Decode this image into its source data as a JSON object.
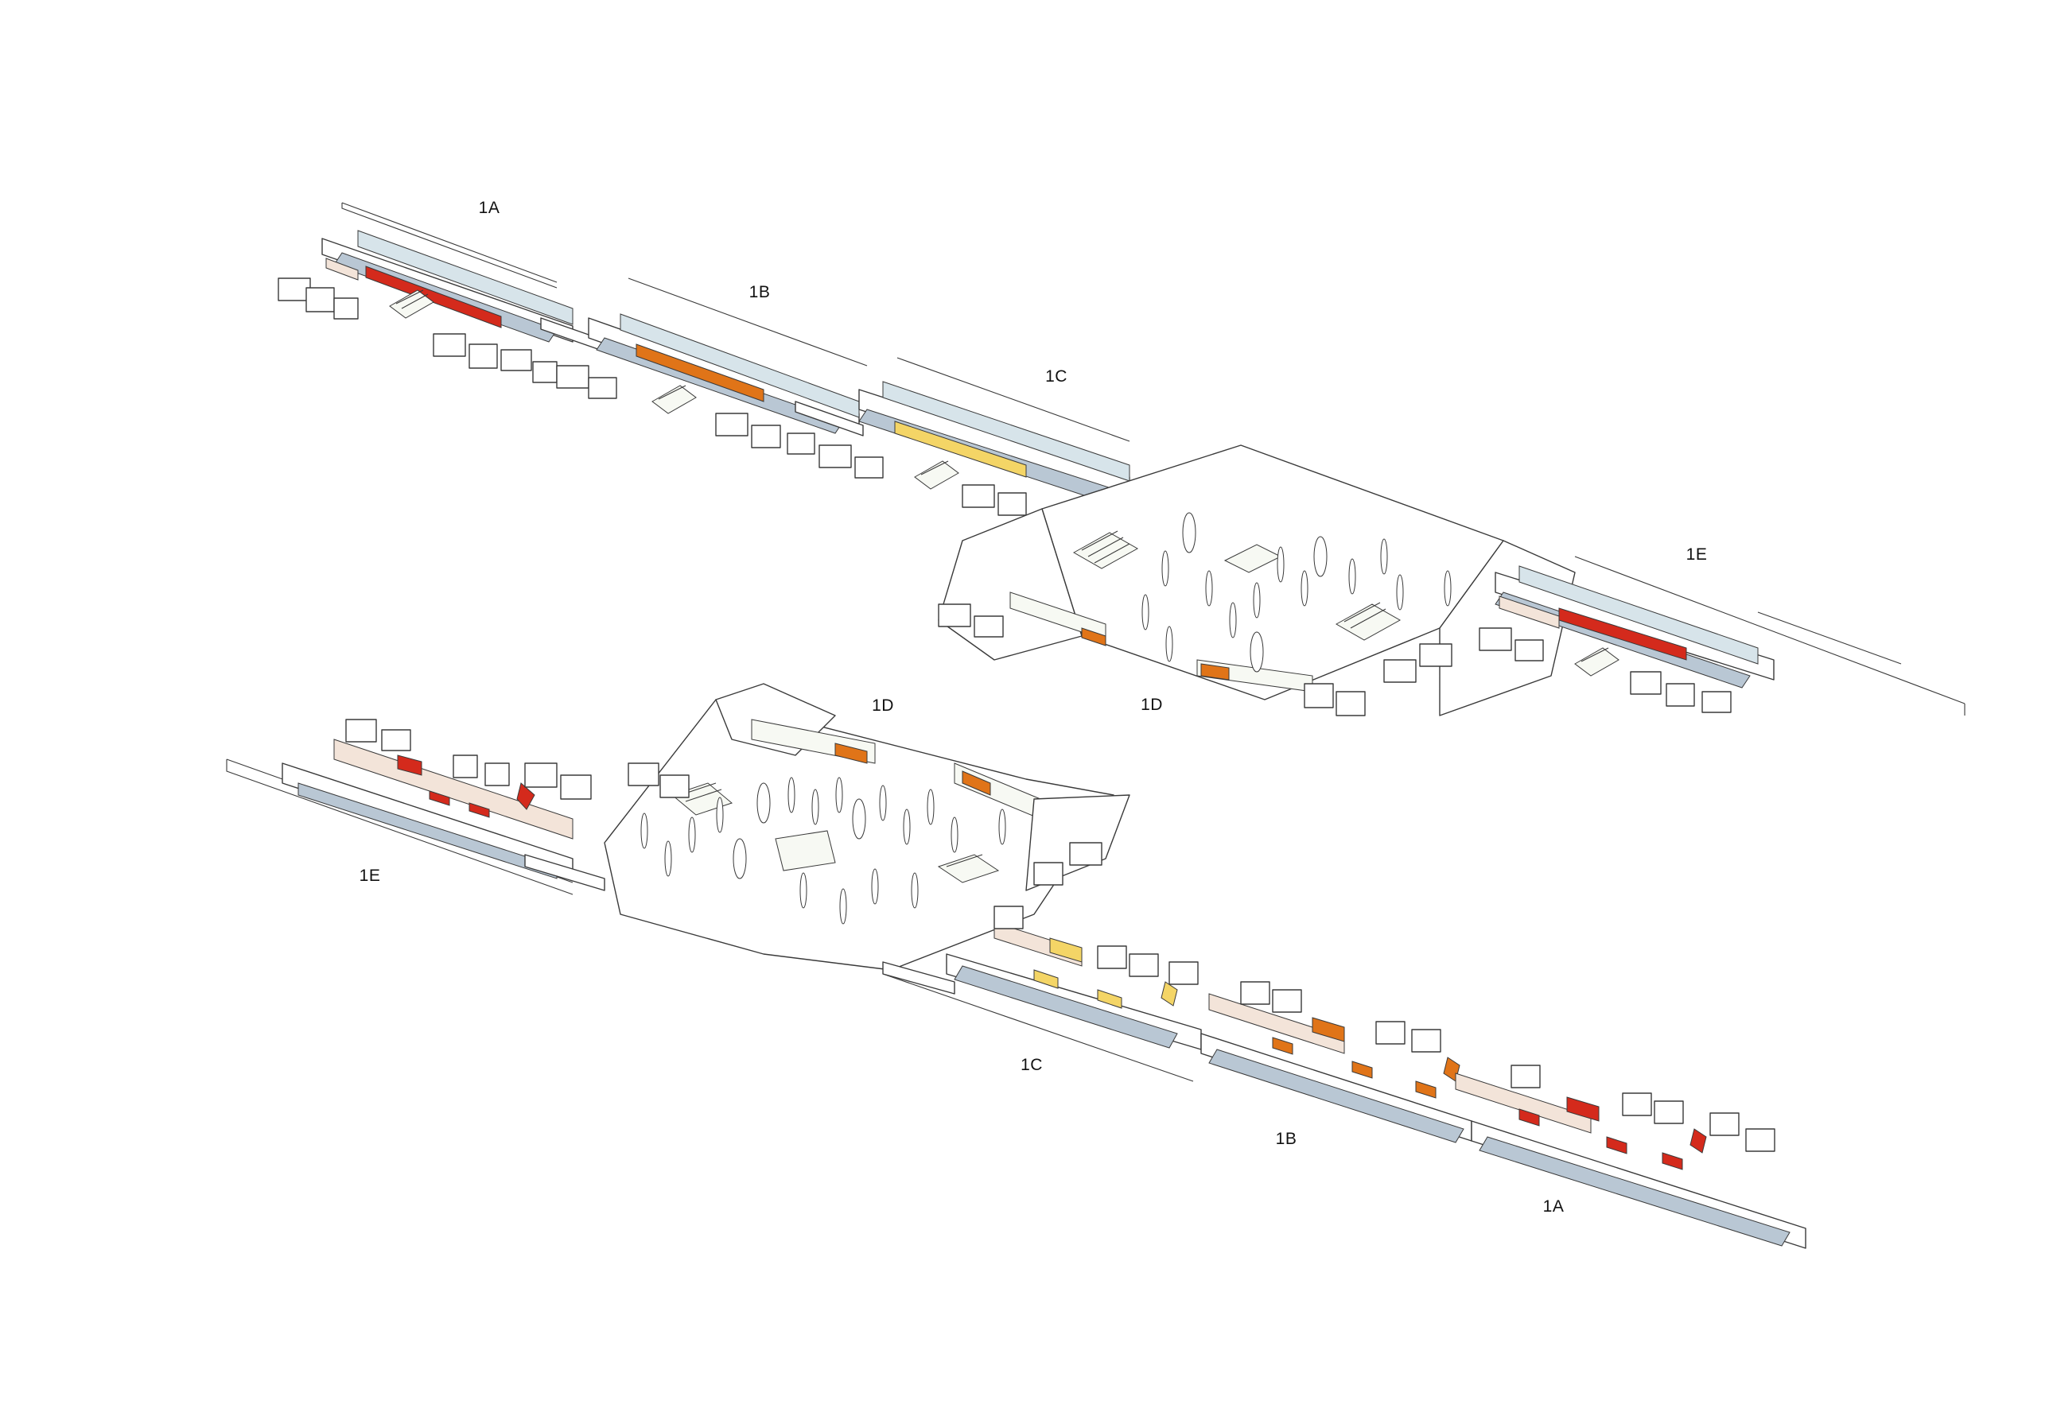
{
  "zones": {
    "upper": {
      "1A": "1A",
      "1B": "1B",
      "1C": "1C",
      "1D": "1D",
      "1E": "1E"
    },
    "lower": {
      "1A": "1A",
      "1B": "1B",
      "1C": "1C",
      "1D_top": "1D",
      "1E": "1E"
    }
  },
  "colors": {
    "zone_1A": "#d42a1c",
    "zone_1B": "#e07418",
    "zone_1C": "#f4d566",
    "corridor": "#f3e4d9",
    "floor_pattern": "#b9c7d4",
    "glazing": "#d7e4ea",
    "line": "#3a3a3a"
  }
}
